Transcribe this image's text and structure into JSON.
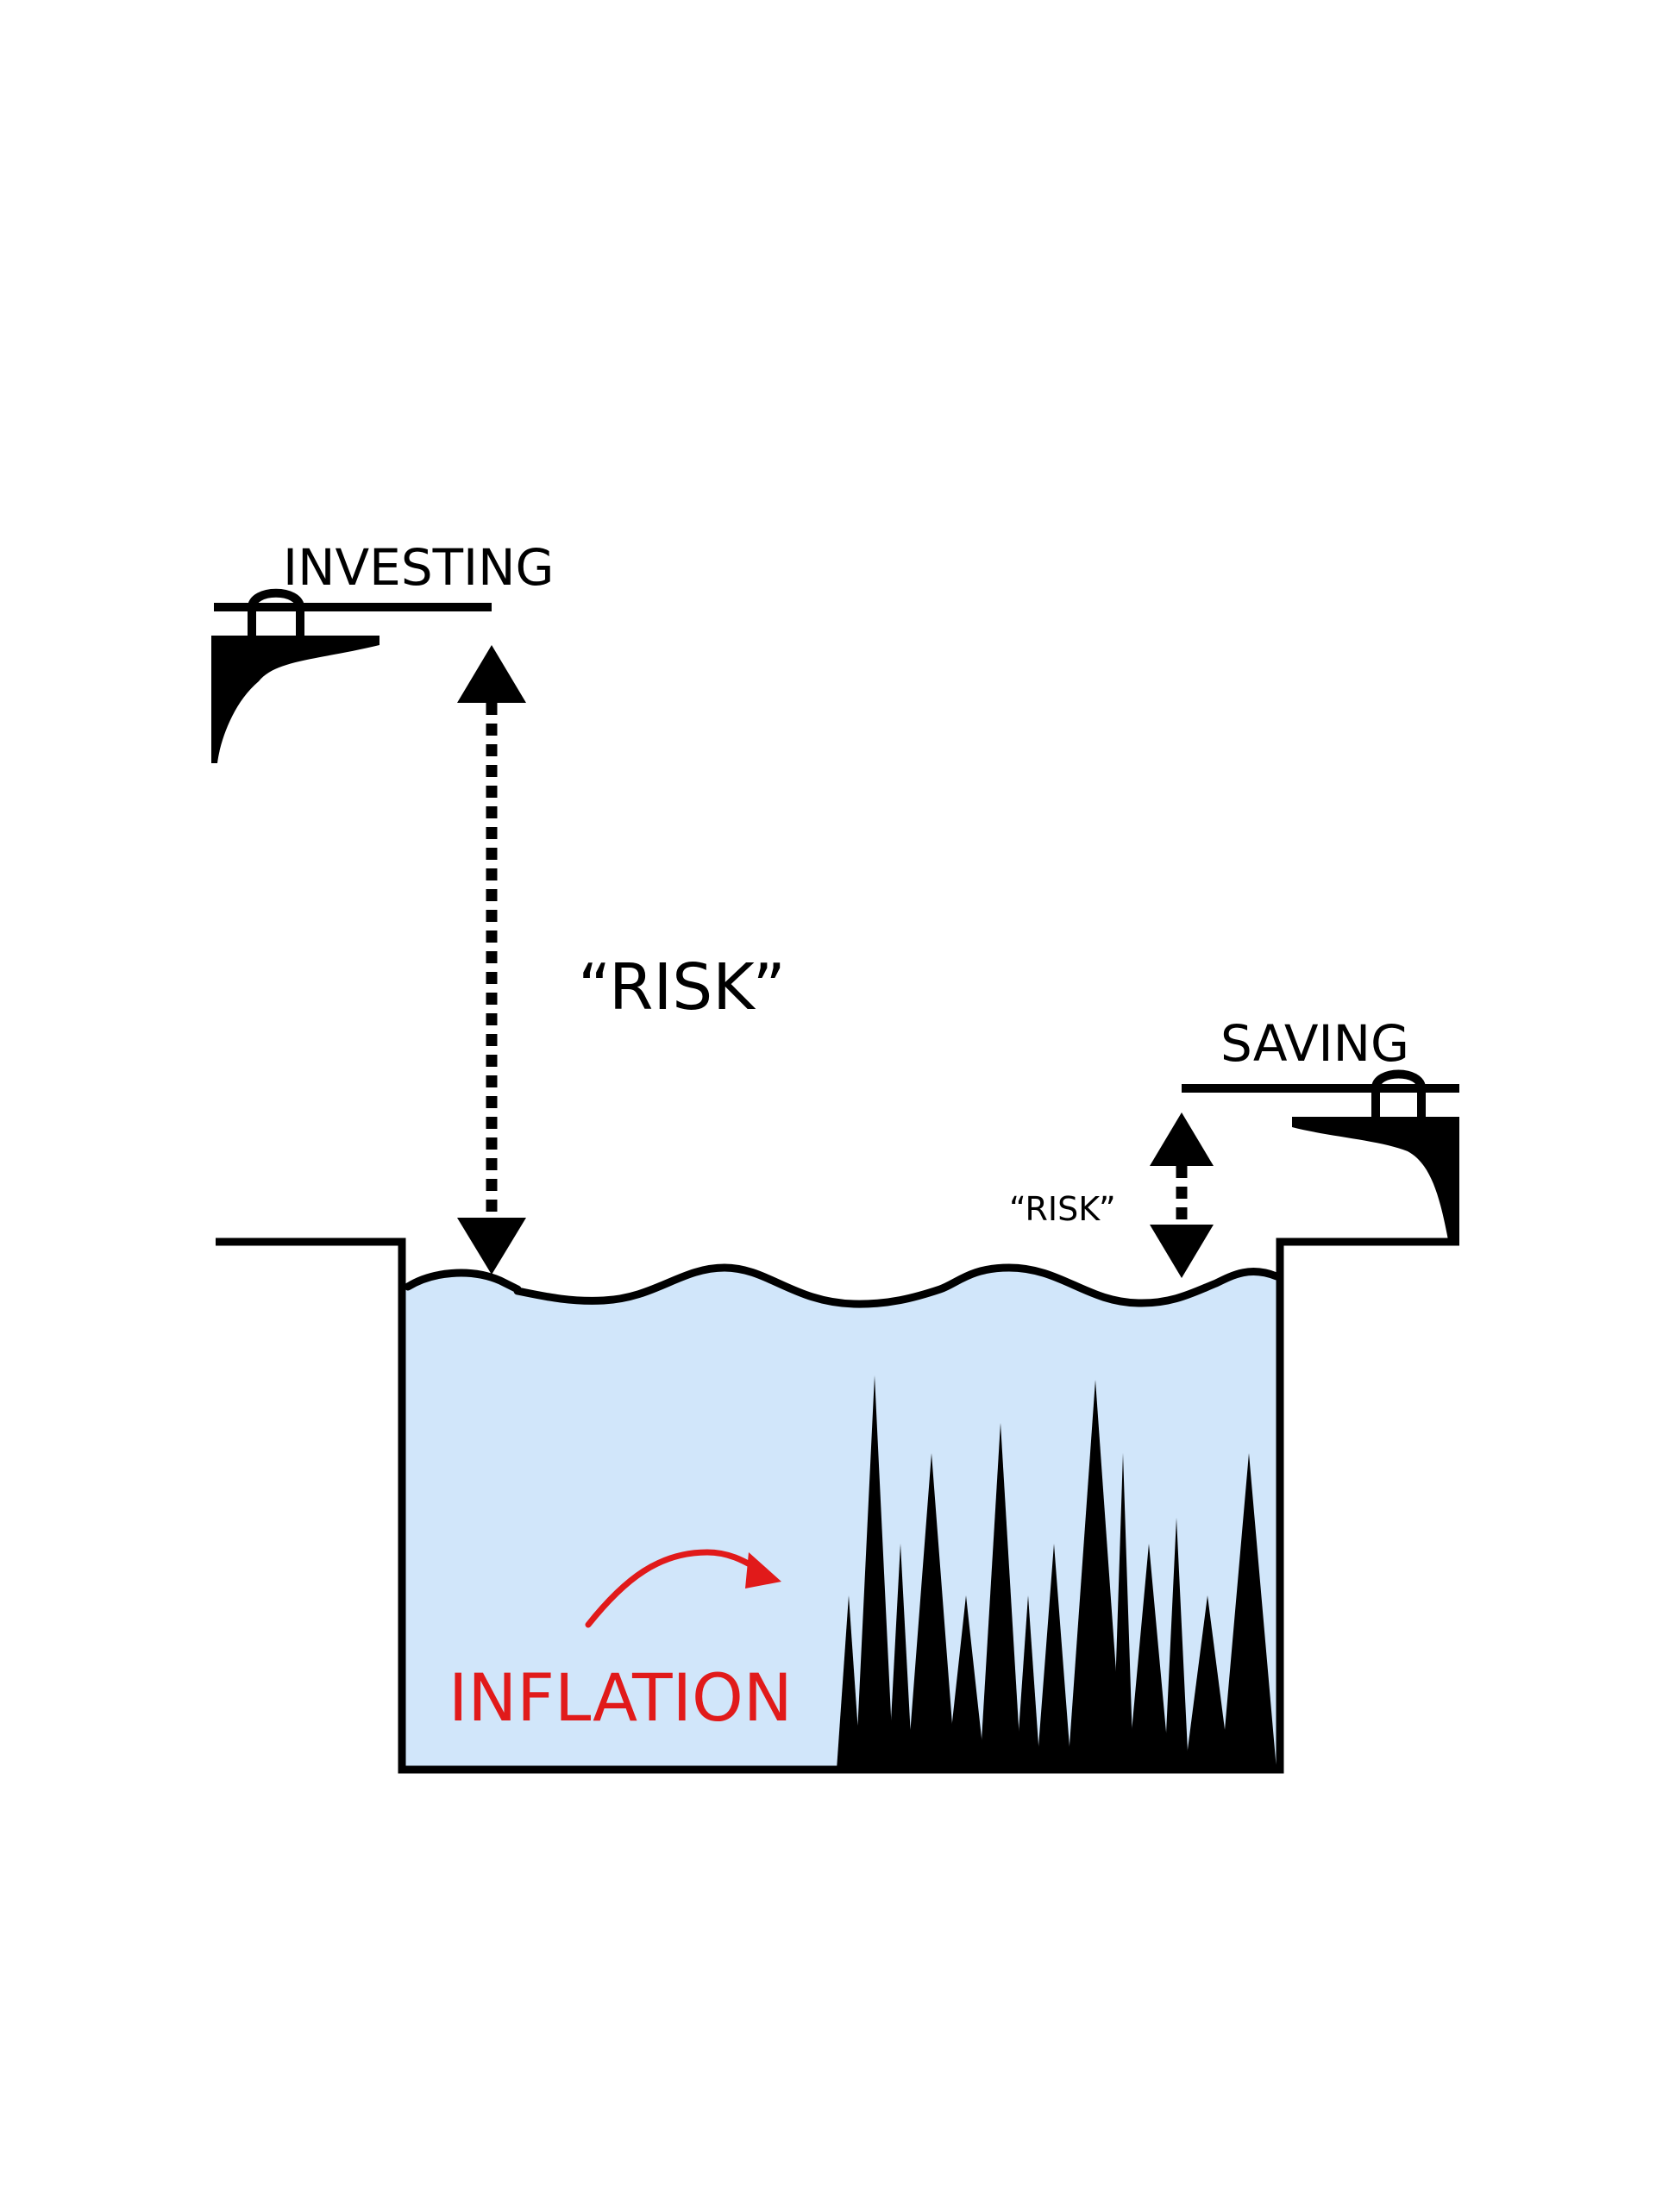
{
  "labels": {
    "investing": "INVESTING",
    "saving": "SAVING",
    "risk_large": "“RISK”",
    "risk_small": "“RISK”",
    "inflation": "INFLATION"
  },
  "colors": {
    "ink": "#000000",
    "water": "#d1e6fa",
    "inflation": "#e11a1a",
    "background": "#ffffff"
  },
  "icons": {
    "diving_board_left": "diving-board-icon",
    "diving_board_right": "diving-board-icon",
    "ladder_left": "pool-ladder-handle-icon",
    "ladder_right": "pool-ladder-handle-icon",
    "spikes": "spike-hazard-icon",
    "arrow": "curved-arrow-icon"
  }
}
